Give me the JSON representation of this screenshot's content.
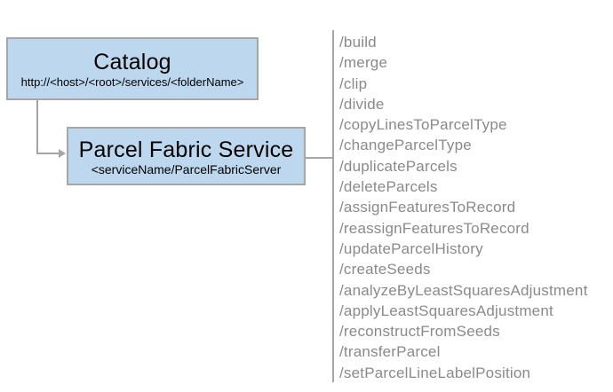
{
  "nodes": {
    "catalog": {
      "title": "Catalog",
      "subtitle": "http://<host>/<root>/services/<folderName>"
    },
    "service": {
      "title": "Parcel Fabric Service",
      "subtitle": "<serviceName/ParcelFabricServer"
    }
  },
  "endpoints": [
    "/build",
    "/merge",
    "/clip",
    "/divide",
    "/copyLinesToParcelType",
    "/changeParcelType",
    "/duplicateParcels",
    "/deleteParcels",
    "/assignFeaturesToRecord",
    "/reassignFeaturesToRecord",
    "/updateParcelHistory",
    "/createSeeds",
    "/analyzeByLeastSquaresAdjustment",
    "/applyLeastSquaresAdjustment",
    "/reconstructFromSeeds",
    "/transferParcel",
    "/setParcelLineLabelPosition"
  ],
  "colors": {
    "node_fill": "#BDD7EE",
    "node_border": "#A6A6A6",
    "connector": "#A6A6A6",
    "separator": "#A6A6A6",
    "endpoint_text": "#8A8A8A",
    "title_text": "#000000"
  }
}
